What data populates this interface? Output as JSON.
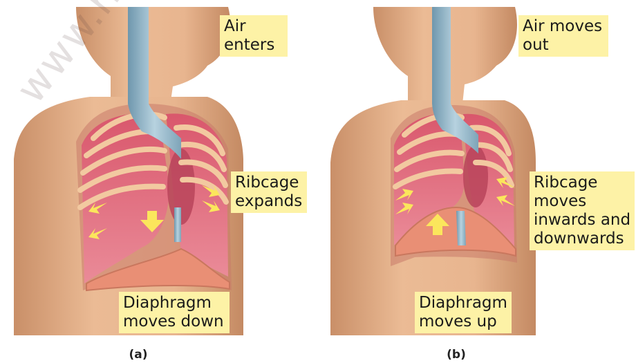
{
  "panels": [
    {
      "id": "a",
      "caption": "(a)",
      "air_label": [
        "Air",
        "enters"
      ],
      "ribcage_label": [
        "Ribcage",
        "expands"
      ],
      "diaphragm_label": [
        "Diaphragm",
        "moves down"
      ]
    },
    {
      "id": "b",
      "caption": "(b)",
      "air_label": [
        "Air moves",
        "out"
      ],
      "ribcage_label": [
        "Ribcage",
        "moves",
        "inwards and",
        "downwards"
      ],
      "diaphragm_label": [
        "Diaphragm",
        "moves up"
      ]
    }
  ],
  "watermark": "www.hi",
  "colors": {
    "skin": "#e8b58f",
    "skin_shadow": "#c98f68",
    "lung": "#e47a8a",
    "rib": "#f2c9a0",
    "trachea": "#8fb4c8",
    "arrow": "#fbe65c",
    "label_bg": "#fdf2a6"
  }
}
